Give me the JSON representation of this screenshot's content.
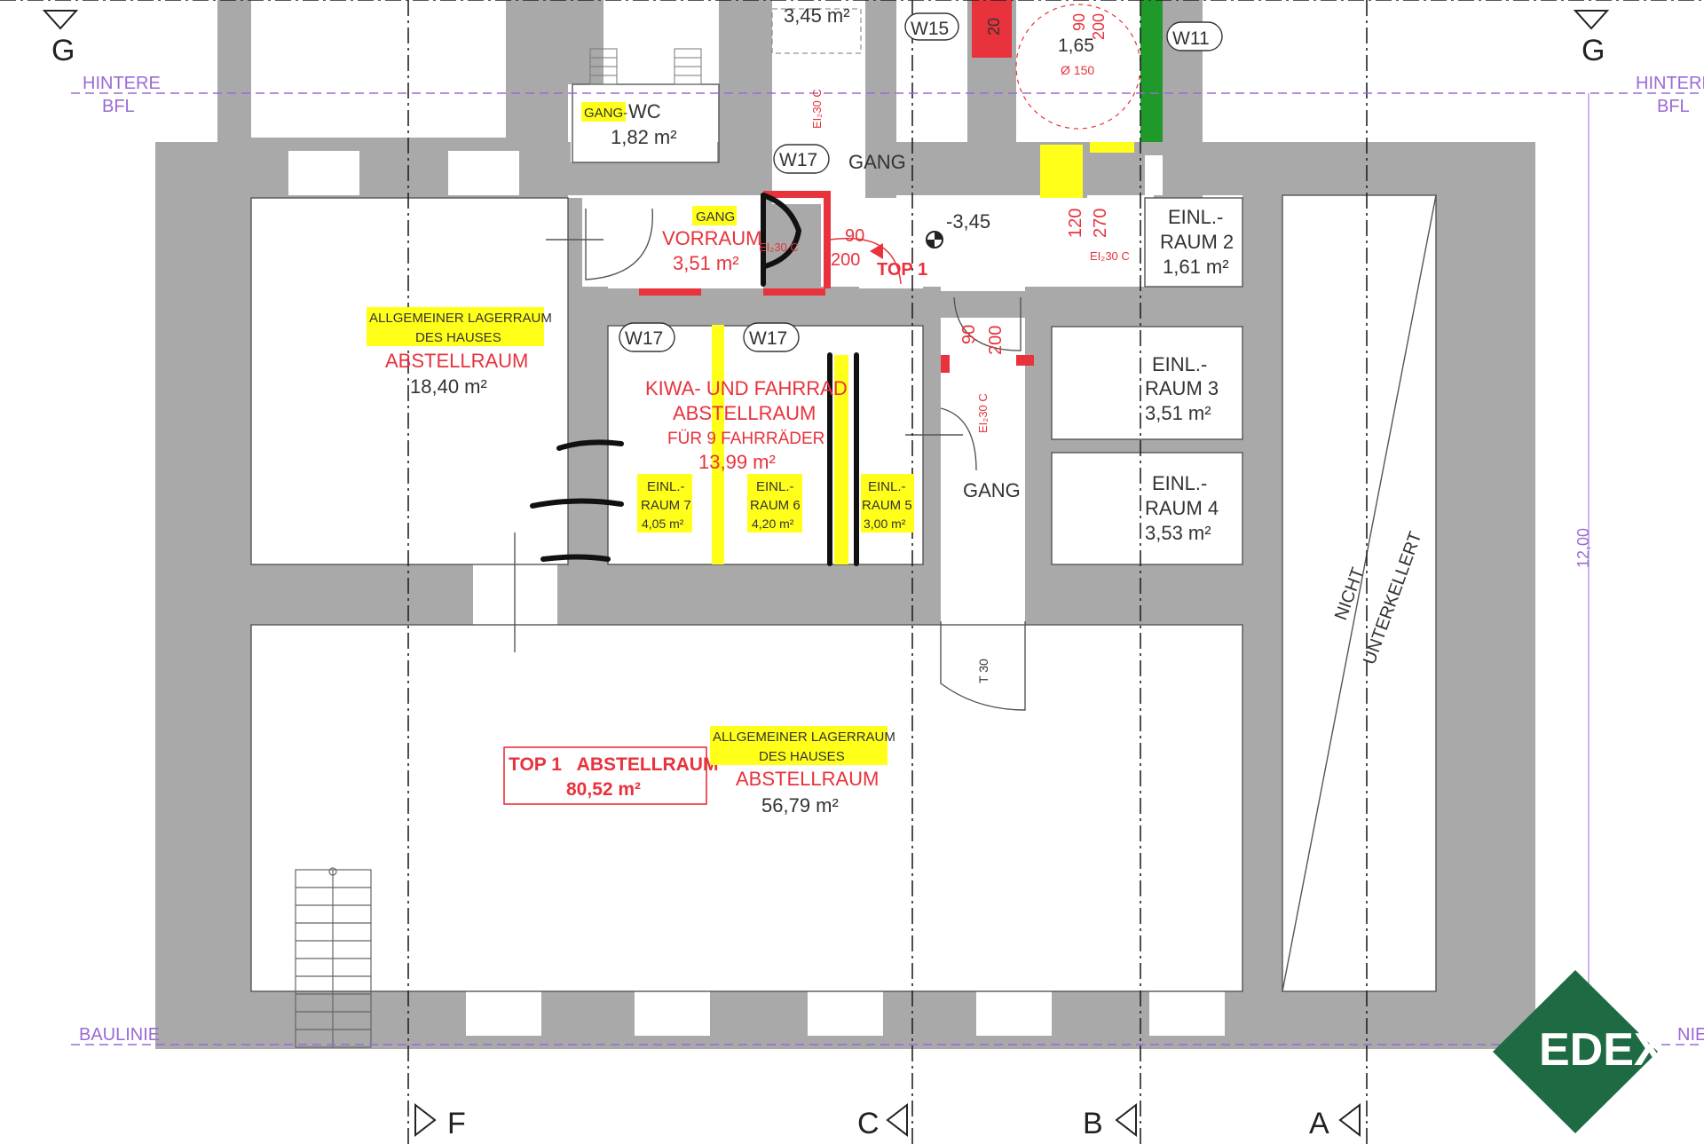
{
  "colors": {
    "wall": "#a9a9a9",
    "inner_wall": "#b3b3b3",
    "red": "#e8323c",
    "highlight": "#ffff1a",
    "purple": "#9a6ad6",
    "green": "#1f9a2a",
    "logo": "#1d6a43"
  },
  "lines": {
    "hintere": "HINTERE",
    "bfl": "BFL",
    "baulinie": "BAULINIE",
    "nie": "NIE"
  },
  "sections": {
    "g": "G",
    "f": "F",
    "c": "C",
    "b": "B",
    "a": "A"
  },
  "dims": {
    "top_area": "3,45 m²",
    "w15": "W15",
    "w11": "W11",
    "w17a": "W17",
    "w17b": "W17",
    "w17c": "W17",
    "d20": "20",
    "d165": "1,65",
    "d90_top": "90",
    "d200_top": "200",
    "d150": "Ø 150",
    "ei30_top": "EI₂30 C",
    "d90": "90",
    "d200": "200",
    "level": "-3,45",
    "d120": "120",
    "d270": "270",
    "ei30_right": "EI₂30 C",
    "ei30_vorraum": "EI₂30 C",
    "d90_b": "90",
    "d200_b": "200",
    "ei30_gang": "EI₂30 C",
    "t30": "T 30",
    "height": "12,00"
  },
  "rooms": {
    "wc_label": "GANG-",
    "wc": "WC",
    "wc_area": "1,82 m²",
    "gang_top": "GANG",
    "vorraum_label": "GANG",
    "vorraum": "VORRAUM",
    "vorraum_area": "3,51 m²",
    "top1": "TOP 1",
    "einl2_a": "EINL.-",
    "einl2_b": "RAUM 2",
    "einl2_area": "1,61 m²",
    "lager_hl1": "ALLGEMEINER LAGERRAUM",
    "lager_hl2": "DES HAUSES",
    "lager": "ABSTELLRAUM",
    "lager_area": "18,40 m²",
    "kiwa1": "KIWA- UND FAHRRAD",
    "kiwa2": "ABSTELLRAUM",
    "kiwa3": "FÜR 9 FAHRRÄDER",
    "kiwa_area": "13,99 m²",
    "einl7_a": "EINL.-",
    "einl7_b": "RAUM 7",
    "einl7_area": "4,05 m²",
    "einl6_a": "EINL.-",
    "einl6_b": "RAUM 6",
    "einl6_area": "4,20 m²",
    "einl5_a": "EINL.-",
    "einl5_b": "RAUM 5",
    "einl5_area": "3,00 m²",
    "einl3_a": "EINL.-",
    "einl3_b": "RAUM 3",
    "einl3_area": "3,51 m²",
    "einl4_a": "EINL.-",
    "einl4_b": "RAUM 4",
    "einl4_area": "3,53 m²",
    "gang_mid": "GANG",
    "nicht": "NICHT",
    "unterkellert": "UNTERKELLERT",
    "top1_box_a": "TOP 1   ABSTELLRAUM",
    "top1_box_b": "80,52 m²",
    "big_hl1": "ALLGEMEINER LAGERRAUM",
    "big_hl2": "DES HAUSES",
    "big": "ABSTELLRAUM",
    "big_area": "56,79 m²"
  },
  "logo": {
    "text": "EDEX"
  }
}
